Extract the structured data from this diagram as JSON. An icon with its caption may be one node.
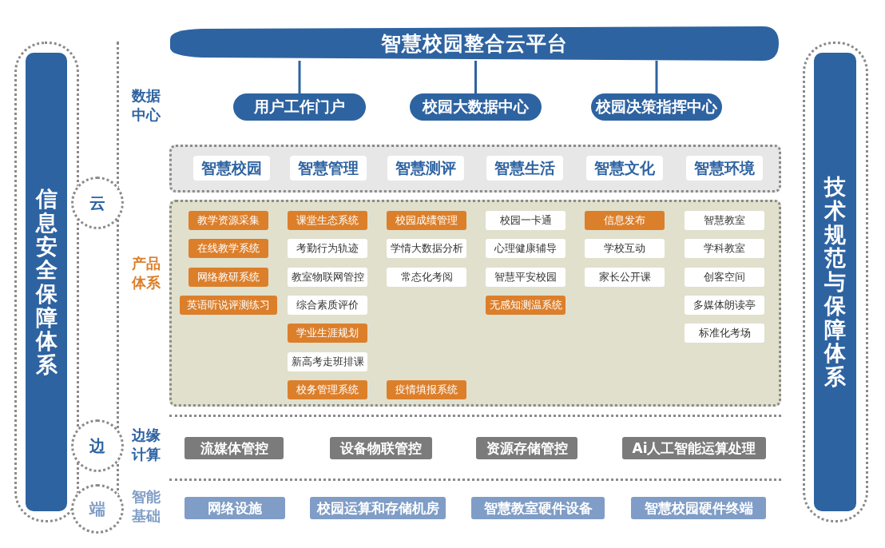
{
  "diagram": {
    "nodes": [
      {
        "text": [
          "智慧校园整合云平台"
        ]
      },
      {
        "text": [
          "用户工作门户"
        ]
      },
      {
        "text": [
          "校园大数据中心"
        ]
      },
      {
        "text": [
          "校园决策指挥中心"
        ]
      },
      {
        "text": [
          "信息安全保障体系"
        ]
      },
      {
        "text": [
          "技术规范与保障体系"
        ]
      },
      {
        "text": [
          "云"
        ]
      },
      {
        "text": [
          "边"
        ]
      },
      {
        "text": [
          "端"
        ]
      },
      {
        "text": [
          "智慧校园"
        ]
      },
      {
        "text": [
          "智慧管理"
        ]
      },
      {
        "text": [
          "智慧测评"
        ]
      },
      {
        "text": [
          "智慧生活"
        ]
      },
      {
        "text": [
          "智慧文化"
        ]
      },
      {
        "text": [
          "智慧环境"
        ]
      },
      {
        "text": [
          "教学资源采集"
        ]
      },
      {
        "text": [
          "在线教学系统"
        ]
      },
      {
        "text": [
          "网络教研系统"
        ]
      },
      {
        "text": [
          "英语听说评测练习"
        ]
      },
      {
        "text": [
          "课堂生态系统"
        ]
      },
      {
        "text": [
          "考勤行为轨迹"
        ]
      },
      {
        "text": [
          "教室物联网管控"
        ]
      },
      {
        "text": [
          "综合素质评价"
        ]
      },
      {
        "text": [
          "学业生涯规划"
        ]
      },
      {
        "text": [
          "新高考走班排课"
        ]
      },
      {
        "text": [
          "校务管理系统"
        ]
      },
      {
        "text": [
          "校园成绩管理"
        ]
      },
      {
        "text": [
          "学情大数据分析"
        ]
      },
      {
        "text": [
          "常态化考阅"
        ]
      },
      {
        "text": [
          "疫情填报系统"
        ]
      },
      {
        "text": [
          "校园一卡通"
        ]
      },
      {
        "text": [
          "心理健康辅导"
        ]
      },
      {
        "text": [
          "智慧平安校园"
        ]
      },
      {
        "text": [
          "无感知测温系统"
        ]
      },
      {
        "text": [
          "信息发布"
        ]
      },
      {
        "text": [
          "学校互动"
        ]
      },
      {
        "text": [
          "家长公开课"
        ]
      },
      {
        "text": [
          "智慧教室"
        ]
      },
      {
        "text": [
          "学科教室"
        ]
      },
      {
        "text": [
          "创客空间"
        ]
      },
      {
        "text": [
          "多媒体朗读亭"
        ]
      },
      {
        "text": [
          "标准化考场"
        ]
      },
      {
        "text": [
          "流媒体管控"
        ]
      },
      {
        "text": [
          "设备物联管控"
        ]
      },
      {
        "text": [
          "资源存储管控"
        ]
      },
      {
        "text": [
          "Ai人工智能运算处理"
        ]
      },
      {
        "text": [
          "网络设施"
        ]
      },
      {
        "text": [
          "校园运算和存储机房"
        ]
      },
      {
        "text": [
          "智慧教室硬件设备"
        ]
      },
      {
        "text": [
          "智慧校园硬件终端"
        ]
      }
    ],
    "edges": [
      {
        "from": 0,
        "to": 1,
        "arrow": "none"
      },
      {
        "from": 0,
        "to": 2,
        "arrow": "none"
      },
      {
        "from": 0,
        "to": 3,
        "arrow": "none"
      }
    ],
    "labels": [
      "数据中心",
      "产品体系",
      "边缘计算",
      "智能基础"
    ]
  }
}
